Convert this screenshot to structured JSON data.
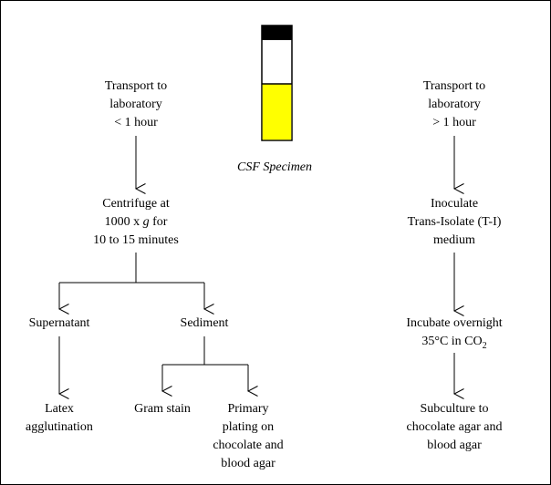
{
  "specimen": {
    "caption": "CSF Specimen",
    "cap_color": "#000000",
    "fluid_color": "#ffff00"
  },
  "left": {
    "transport": [
      "Transport to",
      "laboratory",
      "< 1 hour"
    ],
    "centrifuge": [
      "Centrifuge at",
      "1000 x ",
      "g",
      " for",
      "10 to 15 minutes"
    ],
    "supernatant": "Supernatant",
    "sediment": "Sediment",
    "latex": [
      "Latex",
      "agglutination"
    ],
    "gram": "Gram stain",
    "plating": [
      "Primary",
      "plating on",
      "chocolate and",
      "blood agar"
    ]
  },
  "right": {
    "transport": [
      "Transport to",
      "laboratory",
      "> 1 hour"
    ],
    "inoculate": [
      "Inoculate",
      "Trans-Isolate (T-I)",
      "medium"
    ],
    "incubate": [
      "Incubate overnight",
      "35°C in CO",
      "2"
    ],
    "subculture": [
      "Subculture to",
      "chocolate agar and",
      "blood agar"
    ]
  }
}
